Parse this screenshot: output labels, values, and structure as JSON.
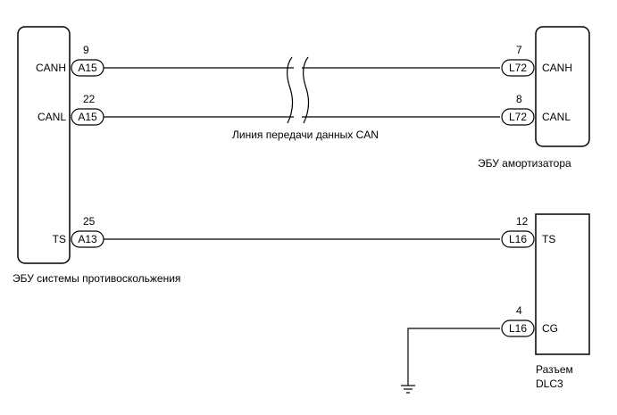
{
  "modules": {
    "abs_ecu": {
      "label": "ЭБУ системы противоскольжения"
    },
    "suspension_ecu": {
      "label": "ЭБУ амортизатора"
    },
    "dlc3": {
      "label_line1": "Разъем",
      "label_line2": "DLC3"
    }
  },
  "can_bus_label": "Линия передачи данных CAN",
  "circuits": [
    {
      "left": {
        "pin": "9",
        "connector": "A15",
        "terminal": "CANH"
      },
      "right": {
        "pin": "7",
        "connector": "L72",
        "terminal": "CANH"
      }
    },
    {
      "left": {
        "pin": "22",
        "connector": "A15",
        "terminal": "CANL"
      },
      "right": {
        "pin": "8",
        "connector": "L72",
        "terminal": "CANL"
      }
    },
    {
      "left": {
        "pin": "25",
        "connector": "A13",
        "terminal": "TS"
      },
      "right": {
        "pin": "12",
        "connector": "L16",
        "terminal": "TS"
      }
    },
    {
      "right": {
        "pin": "4",
        "connector": "L16",
        "terminal": "CG"
      }
    }
  ],
  "ground_icon": "ground-symbol"
}
